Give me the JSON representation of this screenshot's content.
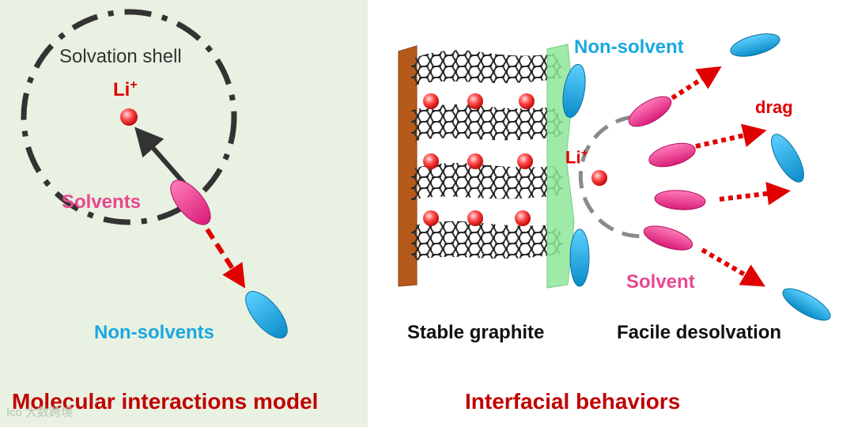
{
  "left_panel": {
    "caption": "Molecular interactions model",
    "shell_label": "Solvation shell",
    "li_label": "Li",
    "li_charge": "+",
    "solvents_label": "Solvents",
    "nonsolvents_label": "Non-solvents"
  },
  "right_panel": {
    "caption": "Interfacial behaviors",
    "nonsolvent_label": "Non-solvent",
    "drag_label": "drag",
    "li_label": "Li",
    "li_charge": "+",
    "solvent_label": "Solvent",
    "graphite_label": "Stable graphite",
    "desolvation_label": "Facile desolvation"
  },
  "watermark": "Ico 大数跨境",
  "colors": {
    "left_bg": "#e8f1e2",
    "caption": "#c00000",
    "li": "#e00000",
    "solvent": "#e8478f",
    "nonsolvent": "#1aa8e0",
    "graphite": "#333333",
    "collector": "#b55a1a",
    "sei": "#8fe69a"
  }
}
